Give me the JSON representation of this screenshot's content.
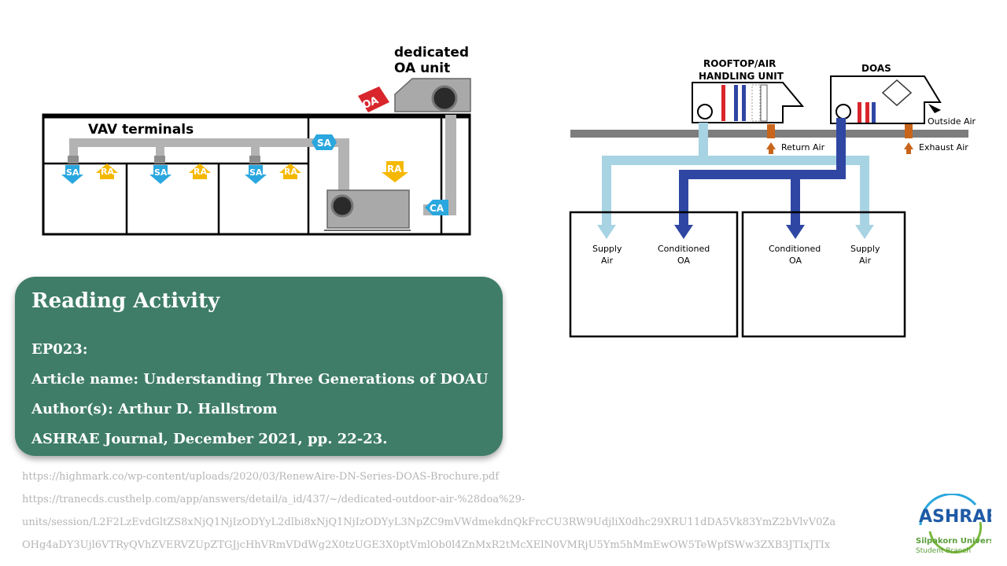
{
  "left_diagram": {
    "unit_label_line1": "dedicated",
    "unit_label_line2": "OA unit",
    "terminals_label": "VAV terminals",
    "oa_tag": "OA",
    "sa_tag": "SA",
    "ra_tag": "RA",
    "ca_tag": "CA"
  },
  "right_diagram": {
    "rtu_label_line1": "ROOFTOP/AIR",
    "rtu_label_line2": "HANDLING UNIT",
    "doas_label": "DOAS",
    "outside_air": "Outside Air",
    "return_air": "Return Air",
    "exhaust_air": "Exhaust Air",
    "supply_air_line1": "Supply",
    "supply_air_line2": "Air",
    "conditioned_oa_line1": "Conditioned",
    "conditioned_oa_line2": "OA"
  },
  "card": {
    "title": "Reading Activity",
    "episode": "EP023:",
    "article": "Article name: Understanding Three Generations of DOAU",
    "author": "Author(s): Arthur D. Hallstrom",
    "journal": "ASHRAE Journal, December 2021, pp. 22-23."
  },
  "references": {
    "line1": "https://highmark.co/wp-content/uploads/2020/03/RenewAire-DN-Series-DOAS-Brochure.pdf",
    "line2": "https://tranecds.custhelp.com/app/answers/detail/a_id/437/~/dedicated-outdoor-air-%28doa%29-",
    "line3": "units/session/L2F2LzEvdGltZS8xNjQ1NjIzODYyL2dlbi8xNjQ1NjIzODYyL3NpZC9mVWdmekdnQkFrcCU3RW9UdjliX0dhc29XRU11dDA5Vk83YmZ2bVlvV0Za",
    "line4": "OHg4aDY3Ujl6VTRyQVhZVERVZUpZTGJjcHhVRmVDdWg2X0tzUGE3X0ptVmlOb0l4ZnMxR2tMcXElN0VMRjU5Ym5hMmEwOW5TeWpfSWw3ZXB3JTIxJTIx"
  },
  "logo": {
    "wordmark": "ASHRAE",
    "line1": "Silpakorn University",
    "line2": "Student Branch"
  },
  "colors": {
    "card_bg": "#3f7d69",
    "supply_air": "#2aa7de",
    "return_air": "#f5b800",
    "outdoor_air": "#d8262c",
    "light_blue_duct": "#a7d3e3",
    "dark_blue_duct": "#2f47a3",
    "orange_arrow": "#c8651b"
  }
}
